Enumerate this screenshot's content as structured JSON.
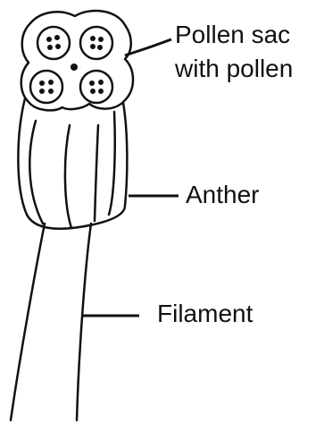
{
  "diagram": {
    "labels": {
      "pollen_sac_line1": "Pollen sac",
      "pollen_sac_line2": "with pollen",
      "anther": "Anther",
      "filament": "Filament"
    },
    "colors": {
      "stroke": "#111111",
      "fill": "#ffffff",
      "text": "#111111"
    }
  }
}
